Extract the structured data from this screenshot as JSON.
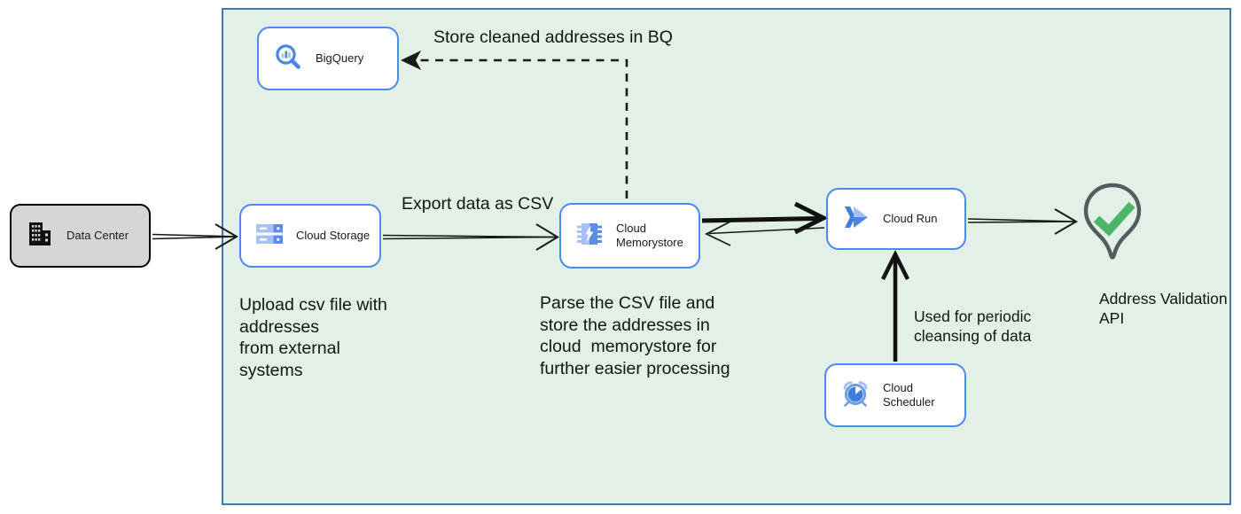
{
  "nodes": {
    "data_center": {
      "label": "Data Center"
    },
    "bigquery": {
      "label": "BigQuery"
    },
    "cloud_storage": {
      "label": "Cloud Storage"
    },
    "cloud_memorystore": {
      "label": "Cloud\nMemorystore"
    },
    "cloud_run": {
      "label": "Cloud Run"
    },
    "cloud_scheduler": {
      "label": "Cloud Scheduler"
    },
    "address_validation": {
      "label": "Address Validation\nAPI"
    }
  },
  "annotations": {
    "store_bq": "Store cleaned addresses in BQ",
    "export_csv": "Export data as CSV",
    "upload_note": "Upload csv file with\naddresses\nfrom external\nsystems",
    "parse_note": "Parse the CSV file and\nstore the addresses in\ncloud  memorystore for\nfurther easier processing",
    "scheduler_note": "Used for periodic\ncleansing of data"
  },
  "icons": {
    "data_center": "building-icon",
    "bigquery": "magnifier-chart-icon",
    "cloud_storage": "storage-buckets-icon",
    "cloud_memorystore": "memory-chip-bolt-icon",
    "cloud_run": "double-chevron-icon",
    "cloud_scheduler": "alarm-clock-icon",
    "address_validation": "map-pin-check-icon"
  },
  "colors": {
    "boundary_fill": "#e2f0e6",
    "boundary_border": "#4678ad",
    "node_border": "#4a89f0",
    "node_fill": "#ffffff",
    "datacenter_fill": "#d6d6d6",
    "icon_blue_light": "#a6c0f3",
    "icon_blue_medium": "#5d8ce8",
    "icon_blue_dark": "#3f7de0",
    "pin_outline": "#565b60",
    "check_green": "#4db56a",
    "line_color": "#1a1a1a"
  }
}
